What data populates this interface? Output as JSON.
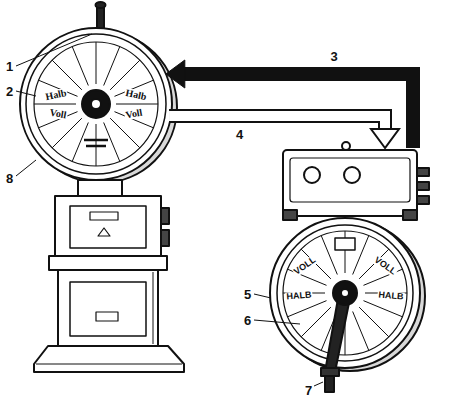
{
  "diagram": {
    "nodes": [
      {
        "text": [
          "Halb",
          "Voll",
          "Halb",
          "Voll"
        ]
      },
      {
        "text": [
          "VOLL",
          "HALB",
          "HALB",
          "VOLL"
        ]
      }
    ],
    "edges": [
      {
        "from": 1,
        "to": 0,
        "arrow": "to",
        "label": "3"
      },
      {
        "from": 0,
        "to": 1,
        "arrow": "to",
        "label": "4"
      }
    ],
    "labels": [
      "1",
      "2",
      "5",
      "6",
      "7",
      "8"
    ]
  }
}
